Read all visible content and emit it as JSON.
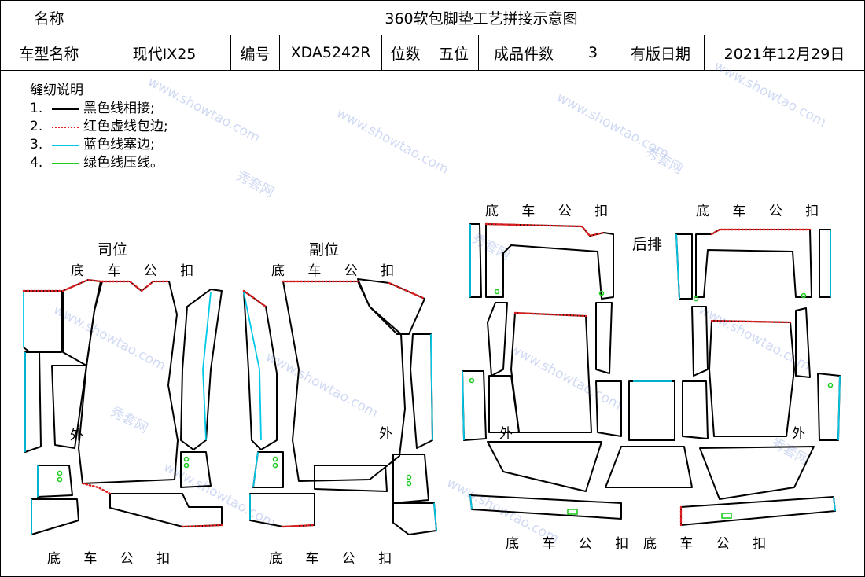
{
  "header": {
    "name_label": "名称",
    "doc_title": "360软包脚垫工艺拼接示意图",
    "model_label": "车型名称",
    "model_value": "现代IX25",
    "code_label": "编号",
    "code_value": "XDA5242R",
    "seats_label": "位数",
    "seats_value": "五位",
    "pieces_label": "成品件数",
    "pieces_value": "3",
    "date_label": "有版日期",
    "date_value": "2021年12月29日"
  },
  "legend": {
    "title": "缝纫说明",
    "items": [
      {
        "num": "1.",
        "text": "黑色线相接;",
        "color": "#000000",
        "style": "solid"
      },
      {
        "num": "2.",
        "text": "红色虚线包边;",
        "color": "#e02020",
        "style": "dotted"
      },
      {
        "num": "3.",
        "text": "蓝色线塞边;",
        "color": "#00c8e6",
        "style": "solid"
      },
      {
        "num": "4.",
        "text": "绿色线压线。",
        "color": "#22cc22",
        "style": "solid"
      }
    ]
  },
  "labels": {
    "driver": "司位",
    "passenger": "副位",
    "rear": "后排",
    "buckle": "底 车 公 扣",
    "outer": "外"
  },
  "watermark": {
    "cn": "秀套网",
    "en": "www.showtao.com"
  },
  "colors": {
    "black": "#000000",
    "red": "#e02020",
    "cyan": "#00c8e6",
    "green": "#22cc22"
  }
}
